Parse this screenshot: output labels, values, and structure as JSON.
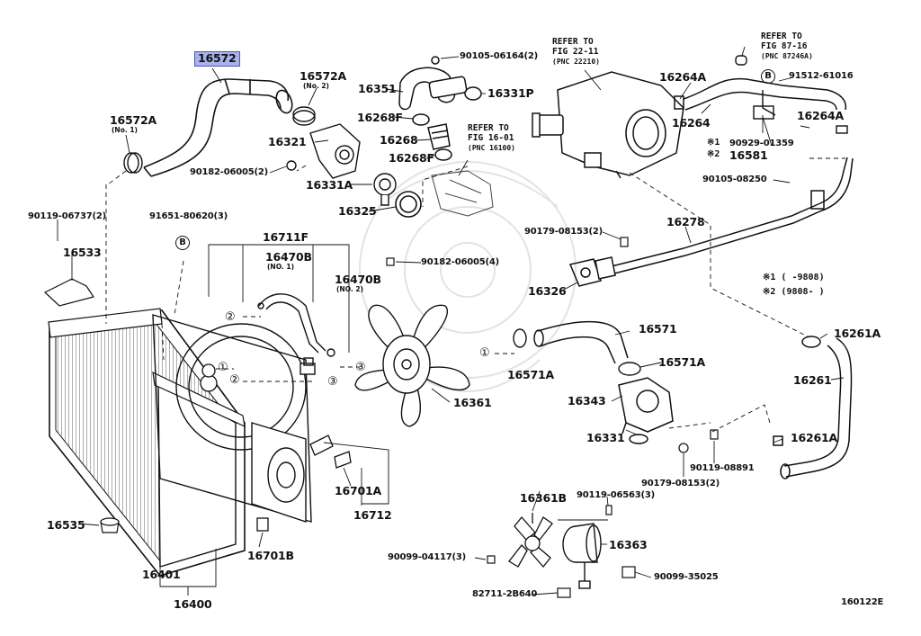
{
  "labels": {
    "p16572": "16572",
    "p16572A_top": "16572A",
    "no2_a": "(No. 2)",
    "p16572A_left": "16572A",
    "no1_a": "(No. 1)",
    "p16321": "16321",
    "p90182_2": "90182-06005(2)",
    "p16331A": "16331A",
    "p16325": "16325",
    "p90105_64164": "90105-06164(2)",
    "p16351": "16351",
    "p16331P": "16331P",
    "p16268F_1": "16268F",
    "p16268": "16268",
    "p16268F_2": "16268F",
    "ref16_01": [
      "REFER TO",
      "FIG 16-01",
      "(PNC 16100)"
    ],
    "ref22_11": [
      "REFER TO",
      "FIG 22-11",
      "(PNC 22210)"
    ],
    "ref87_16": [
      "REFER TO",
      "FIG 87-16",
      "(PNC 87246A)"
    ],
    "p16264A_1": "16264A",
    "p91512": "91512-61016",
    "p16264": "16264",
    "p16264A_2": "16264A",
    "p90929": "90929-01359",
    "p16581": "16581",
    "mark1": "※1",
    "mark2": "※2",
    "p90105_08250": "90105-08250",
    "p90119_06737": "90119-06737(2)",
    "p91651": "91651-80620(3)",
    "p16711F": "16711F",
    "p16470B_1": "16470B",
    "no1_b": "(NO. 1)",
    "p16470B_2": "16470B",
    "no2_b": "(NO. 2)",
    "p16533": "16533",
    "p90182_4": "90182-06005(4)",
    "p90179_2a": "90179-08153(2)",
    "p16278": "16278",
    "p16326": "16326",
    "note1": "※1 (     -9808)",
    "note2": "※2 (9808-     )",
    "p16571": "16571",
    "p16571A_1": "16571A",
    "p16571A_2": "16571A",
    "p16343": "16343",
    "p16261A_1": "16261A",
    "p16261": "16261",
    "p16361": "16361",
    "p16331": "16331",
    "p16261A_2": "16261A",
    "p90119_08891": "90119-08891",
    "p90179_2b": "90179-08153(2)",
    "p16701A": "16701A",
    "p16712": "16712",
    "p16361B": "16361B",
    "p90119_06563": "90119-06563(3)",
    "p16535": "16535",
    "p16363": "16363",
    "p90099_04117": "90099-04117(3)",
    "p16701B": "16701B",
    "p16401": "16401",
    "p90099_35025": "90099-35025",
    "p82711": "82711-2B640",
    "p16400": "16400",
    "footer": "160122E"
  },
  "callouts": {
    "B": "B",
    "c1": "①",
    "c2": "②",
    "c3": "③"
  },
  "highlight_color": "#a9b1ea"
}
